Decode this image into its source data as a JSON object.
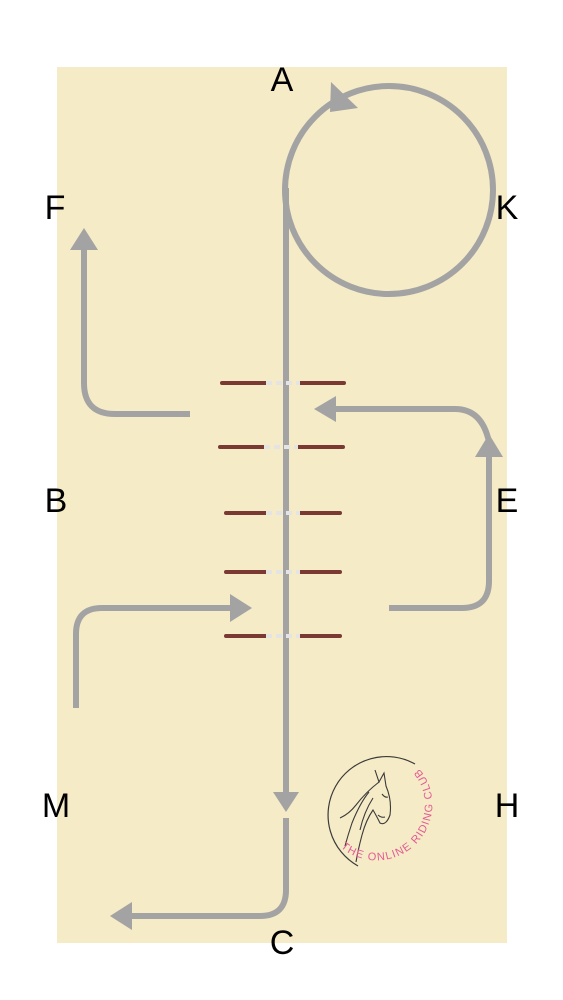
{
  "colors": {
    "arena": "#F5EBC6",
    "path": "#A3A3A3",
    "pole": "#7A3A33",
    "pole_block": "#E4E4E4",
    "logo_text": "#E45A94",
    "logo_line": "#3A3A3A"
  },
  "markers": {
    "a": "A",
    "k": "K",
    "e": "E",
    "h": "H",
    "c": "C",
    "m": "M",
    "b": "B",
    "f": "F"
  },
  "logo": {
    "text": "THE ONLINE RIDING CLUB",
    "icon": "horse-head-icon"
  },
  "poles": {
    "count": 5,
    "color_name": "brown"
  }
}
